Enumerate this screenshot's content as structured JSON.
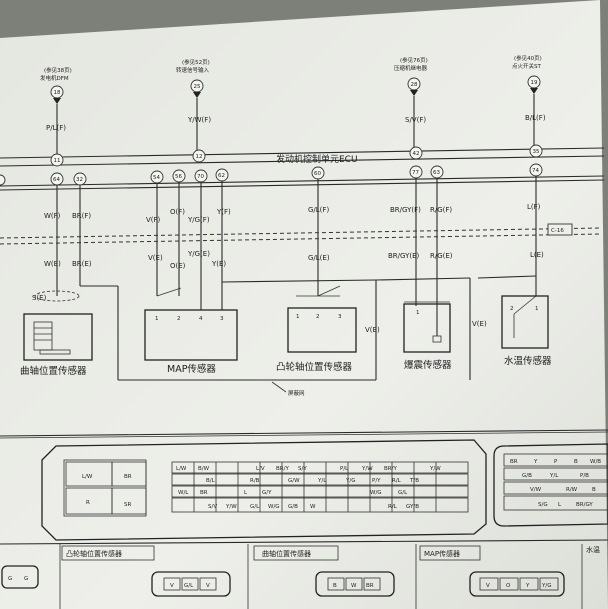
{
  "refs": [
    {
      "ref": "(参见38页)",
      "desc": "发电机DFM",
      "pin": "18",
      "wire": "P/L(F)"
    },
    {
      "ref": "(参见52页)",
      "desc": "转速信号输入",
      "pin": "25",
      "wire": "Y/W(F)"
    },
    {
      "ref": "(参见76页)",
      "desc": "压缩机继电器",
      "pin": "28",
      "wire": "S/V(F)"
    },
    {
      "ref": "(参见40页)",
      "desc": "点火开关ST",
      "pin": "19",
      "wire": "B/L(F)"
    }
  ],
  "ecu_label": "发动机控制单元ECU",
  "ecu_pins_upper": [
    "11",
    "12",
    "42",
    "35"
  ],
  "ecu_pins_lower": [
    "64",
    "32",
    "54",
    "56",
    "70",
    "62",
    "60",
    "77",
    "63",
    "74"
  ],
  "wires_f": [
    "W(F)",
    "BR(F)",
    "V(F)",
    "O(F)",
    "Y/G(F)",
    "Y(F)",
    "G/L(F)",
    "BR/GY(F)",
    "R/G(F)",
    "L(F)"
  ],
  "wires_e": [
    "W(E)",
    "BR(E)",
    "V(E)",
    "O(E)",
    "Y/G(E)",
    "Y(E)",
    "G/L(E)",
    "BR/GY(E)",
    "R/G(E)",
    "L(E)"
  ],
  "connector_tag": "C-16",
  "misc_labels": {
    "s_e": "S(E)",
    "v_e_1": "V(E)",
    "v_e_2": "V(E)",
    "shield": "屏蔽网"
  },
  "sensors": {
    "crank": "曲轴位置传感器",
    "map": "MAP传感器",
    "cam": "凸轮轴位置传感器",
    "knock": "爆震传感器",
    "coolant": "水温传感器"
  },
  "map_pins": [
    "1",
    "2",
    "4",
    "3"
  ],
  "cam_pins": [
    "1",
    "2",
    "3"
  ],
  "coolant_pins": [
    "2",
    "1"
  ],
  "knock_pin": "1",
  "connector_left": [
    "L/W",
    "BR",
    "R",
    "SR"
  ],
  "connector_rows": [
    [
      "L/W",
      "B/W",
      "L/V",
      "BR/Y",
      "S/Y",
      "P/L",
      "Y/W",
      "BR/Y",
      "Y/W"
    ],
    [
      "B/L",
      "R/B",
      "G/W",
      "Y/L",
      "Y/G",
      "P/Y",
      "R/L",
      "T/B"
    ],
    [
      "W/L",
      "BR",
      "L",
      "G/Y",
      "W/G",
      "G/L"
    ],
    [
      "S/V",
      "Y/W",
      "G/L",
      "W/G",
      "G/B",
      "W",
      "R/L",
      "GY/B"
    ]
  ],
  "right_conn_rows": [
    [
      "BR",
      "Y",
      "P",
      "B",
      "W/B"
    ],
    [
      "G/B",
      "Y/L",
      "P/B"
    ],
    [
      "V/W",
      "R/W",
      "B"
    ],
    [
      "S/G",
      "L",
      "BR/GY"
    ]
  ],
  "bottom_tabs": [
    {
      "label": "凸轮轴位置传感器",
      "pins": [
        "V",
        "G/L",
        "V"
      ]
    },
    {
      "label": "曲轴位置传感器",
      "pins": [
        "B",
        "W",
        "BR"
      ]
    },
    {
      "label": "MAP传感器",
      "pins": [
        "V",
        "O",
        "Y",
        "Y/G"
      ]
    },
    {
      "label": "水温",
      "pins": []
    }
  ],
  "bottom_left_pins": [
    "G",
    "G"
  ]
}
